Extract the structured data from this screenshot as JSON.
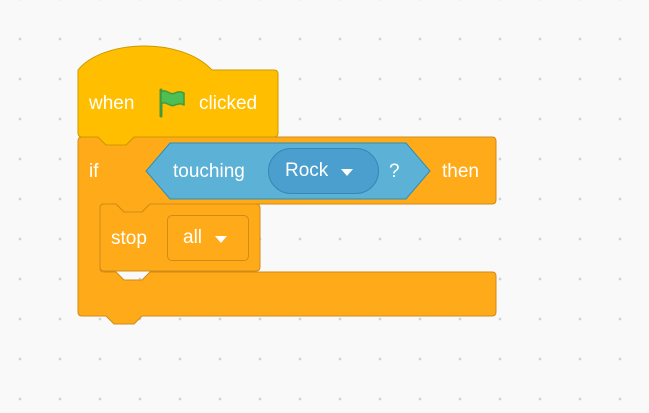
{
  "hat_block": {
    "when_label": "when",
    "flag_icon": "green-flag-icon",
    "clicked_label": "clicked"
  },
  "if_block": {
    "if_label": "if",
    "then_label": "then",
    "condition": {
      "touching_label": "touching",
      "target_value": "Rock",
      "question_label": "?"
    }
  },
  "stop_block": {
    "stop_label": "stop",
    "option_value": "all"
  },
  "colors": {
    "events": "#ffbf00",
    "control": "#ffab19",
    "sensing": "#5cb1d6",
    "flag_green": "#4cbf56"
  }
}
